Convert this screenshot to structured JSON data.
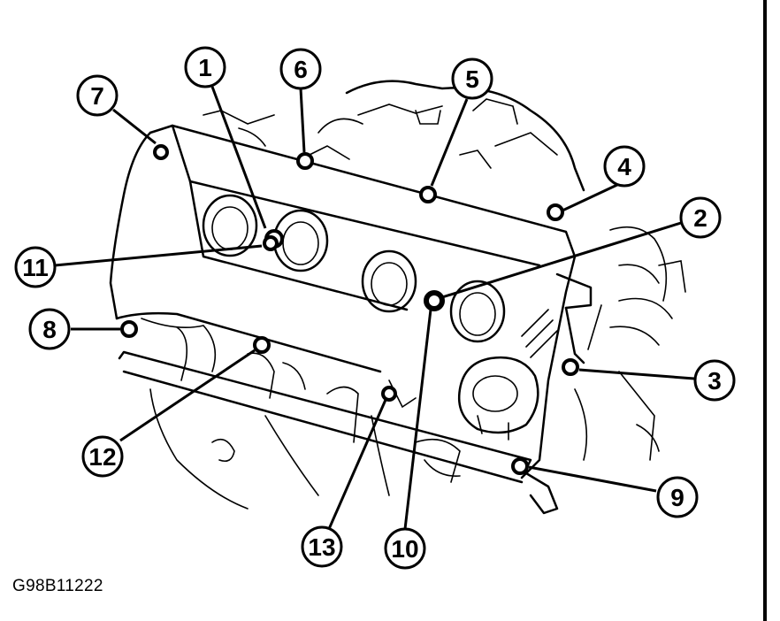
{
  "figure_id": "G98B11222",
  "callouts": [
    {
      "label": "1"
    },
    {
      "label": "2"
    },
    {
      "label": "3"
    },
    {
      "label": "4"
    },
    {
      "label": "5"
    },
    {
      "label": "6"
    },
    {
      "label": "7"
    },
    {
      "label": "8"
    },
    {
      "label": "9"
    },
    {
      "label": "10"
    },
    {
      "label": "11"
    },
    {
      "label": "12"
    },
    {
      "label": "13"
    }
  ]
}
